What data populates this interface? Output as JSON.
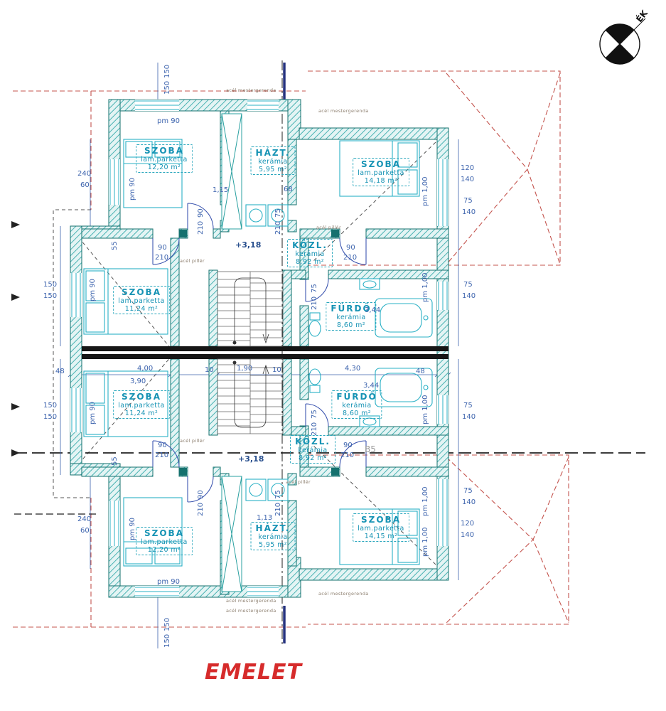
{
  "title": "EMELET",
  "compass": {
    "label": "ÉK"
  },
  "notes": {
    "beam": "acél mestergerenda",
    "pillar": "acél pillér"
  },
  "levels": {
    "upper": "+3,18",
    "lower": "+3,18"
  },
  "marker": {
    "b5": "B5"
  },
  "rooms": [
    {
      "name": "SZOBA",
      "material": "lam.parketta",
      "area": "12,20 m²"
    },
    {
      "name": "HÁZT.",
      "material": "kerámia",
      "area": "5,95 m²"
    },
    {
      "name": "SZOBA",
      "material": "lam.parketta",
      "area": "14,18 m²"
    },
    {
      "name": "SZOBA",
      "material": "lam.parketta",
      "area": "11,24 m²"
    },
    {
      "name": "KÖZL.",
      "material": "kerámia",
      "area": "8,92 m²"
    },
    {
      "name": "FÜRDŐ",
      "material": "kerámia",
      "area": "8,60 m²"
    },
    {
      "name": "SZOBA",
      "material": "lam.parketta",
      "area": "11,24 m²"
    },
    {
      "name": "KÖZL.",
      "material": "kerámia",
      "area": "8,92 m²"
    },
    {
      "name": "FÜRDŐ",
      "material": "kerámia",
      "area": "8,60 m²"
    },
    {
      "name": "SZOBA",
      "material": "lam.parketta",
      "area": "12,20 m²"
    },
    {
      "name": "HÁZT.",
      "material": "kerámia",
      "area": "5,95 m²"
    },
    {
      "name": "SZOBA",
      "material": "lam.parketta",
      "area": "14,15 m²"
    }
  ],
  "dims": {
    "t150a": "150",
    "t150b": "150",
    "pm90_a": "pm 90",
    "pm90_rot_a": "pm 90",
    "pm90_rot_b": "pm 90",
    "pm90_rot_c": "pm 90",
    "pm90_rot_d": "pm 90",
    "pm90_b": "pm 90",
    "n240a": "240",
    "n60a": "60",
    "n240b": "240",
    "n60b": "60",
    "n115": "1,15",
    "n68": "68",
    "n113": "1,13",
    "d90a": "90",
    "d210a": "210",
    "d75a": "75",
    "d210b": "210",
    "d90b": "90",
    "d210c": "210",
    "d75b": "75",
    "d210d": "210",
    "door90L": "90",
    "door210L": "210",
    "door90R": "90",
    "door210R": "210",
    "door90L2": "90",
    "door210L2": "210",
    "door90R2": "90",
    "door210R2": "210",
    "n55a": "55",
    "n55b": "55",
    "n150a": "150",
    "n150b": "150",
    "n150c": "150",
    "n150d": "150",
    "b150a": "150",
    "b150b": "150",
    "n344a": "3,44",
    "n344b": "3,44",
    "bd75a": "75",
    "bd210a": "210",
    "bd75b": "75",
    "bd210b": "210",
    "pm100a": "pm 1,00",
    "pm100b": "pm 1,00",
    "pm100c": "pm 1,00",
    "pm100d": "pm 1,00",
    "pm100e": "pm 1,00",
    "n120a": "120",
    "n140a": "140",
    "n75a": "75",
    "n140b": "140",
    "n75b": "75",
    "n140c": "140",
    "n75c": "75",
    "n140d": "140",
    "n75d": "75",
    "n140e": "140",
    "n120b": "120",
    "n140f": "140",
    "c48a": "48",
    "c400": "4,00",
    "c390": "3,90",
    "c10a": "10",
    "c190": "1,90",
    "c10b": "10",
    "c430": "4,30",
    "c48b": "48"
  }
}
